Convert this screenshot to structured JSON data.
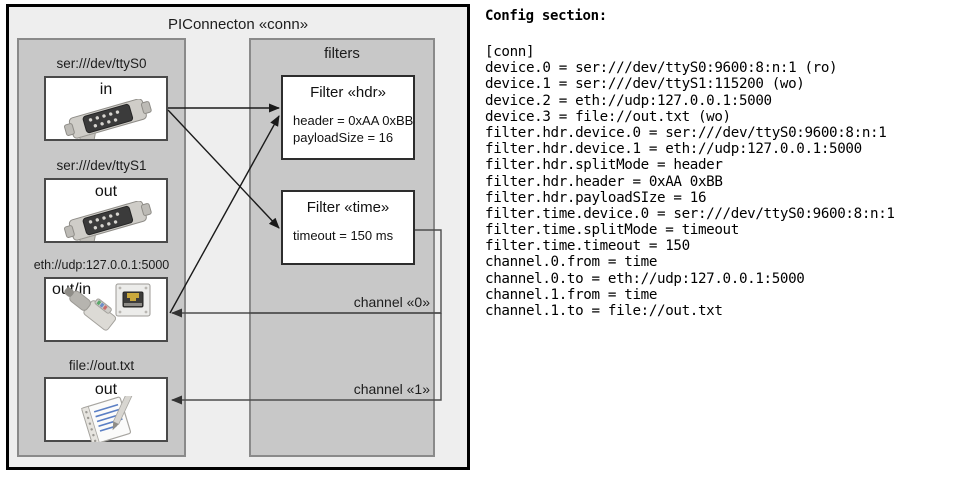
{
  "diagram": {
    "title": "PIConnecton «conn»",
    "devices_panel": {
      "name": "devices",
      "items": [
        {
          "label": "ser:///dev/ttyS0",
          "direction": "in",
          "icon": "serial-port-icon"
        },
        {
          "label": "ser:///dev/ttyS1",
          "direction": "out",
          "icon": "serial-port-icon"
        },
        {
          "label": "eth://udp:127.0.0.1:5000",
          "direction": "out/in",
          "icon": "ethernet-socket-icon"
        },
        {
          "label": "file://out.txt",
          "direction": "out",
          "icon": "text-file-icon"
        }
      ]
    },
    "filters_panel": {
      "title": "filters",
      "filters": [
        {
          "title": "Filter «hdr»",
          "props": [
            "header = 0xAA 0xBB",
            "payloadSize = 16"
          ]
        },
        {
          "title": "Filter «time»",
          "props": [
            "timeout = 150 ms"
          ]
        }
      ],
      "channels": [
        {
          "label": "channel «0»"
        },
        {
          "label": "channel «1»"
        }
      ]
    },
    "colors": {
      "outer_background": "#eeeeee",
      "outer_border": "#000000",
      "panel_background": "#c8c8c8",
      "panel_border": "#8a8a8a",
      "box_background": "#ffffff",
      "box_border": "#2d2d2d",
      "connector_line": "#1a1a1a",
      "channel_line": "#4d4d4d"
    }
  },
  "config": {
    "heading": "Config section:",
    "lines": [
      "[conn]",
      "device.0 = ser:///dev/ttyS0:9600:8:n:1 (ro)",
      "device.1 = ser:///dev/ttyS1:115200 (wo)",
      "device.2 = eth://udp:127.0.0.1:5000",
      "device.3 = file://out.txt (wo)",
      "filter.hdr.device.0 = ser:///dev/ttyS0:9600:8:n:1",
      "filter.hdr.device.1 = eth://udp:127.0.0.1:5000",
      "filter.hdr.splitMode = header",
      "filter.hdr.header = 0xAA 0xBB",
      "filter.hdr.payloadSIze = 16",
      "filter.time.device.0 = ser:///dev/ttyS0:9600:8:n:1",
      "filter.time.splitMode = timeout",
      "filter.time.timeout = 150",
      "channel.0.from = time",
      "channel.0.to = eth://udp:127.0.0.1:5000",
      "channel.1.from = time",
      "channel.1.to = file://out.txt"
    ]
  }
}
